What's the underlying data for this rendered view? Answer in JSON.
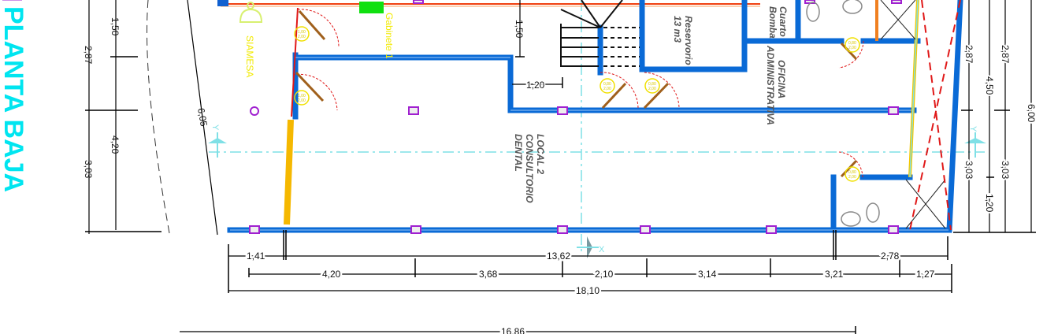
{
  "title": "PLANTA BAJA",
  "rooms": {
    "local": [
      "LOCAL 2",
      "CONSULTORIO",
      "DENTAL"
    ],
    "reservoir": [
      "Reservorio",
      "13 m3"
    ],
    "pump_room": [
      "Cuarto",
      "Bomba"
    ],
    "office": [
      "OFICINA",
      "ADMINISTRATIVA"
    ]
  },
  "labels": {
    "siamesa": "SIAMESA",
    "cabinet": "Gabinete 1",
    "axis_y": "Y",
    "axis_x": "X"
  },
  "door_tags": {
    "d100": [
      "1,00",
      "2,00"
    ],
    "d080": [
      "0,80",
      "2,00"
    ]
  },
  "dimensions": {
    "left": {
      "a": "1,50",
      "b": "4,20",
      "c": "2,87",
      "d": "3,03",
      "diag": "6,05"
    },
    "interior": {
      "stair": "1,50",
      "width": "1,20"
    },
    "right": {
      "a1": "2,87",
      "a2": "3,03",
      "b1": "4,50",
      "b2": "1,20",
      "c1": "2,87",
      "c2": "3,03",
      "total": "6,00"
    },
    "bottom_row1": [
      "1,41",
      "13,62",
      "2,78"
    ],
    "bottom_row2": [
      "4,20",
      "3,68",
      "2,10",
      "3,14",
      "3,21",
      "1,27"
    ],
    "bottom_total": "18,10",
    "bottom_lower": "16,86"
  },
  "colors": {
    "wall": "#0a6ad6",
    "title": "#00e5f0",
    "door_arc": "#e01818",
    "box": "#a020d0",
    "text_yellow": "#f2ea00"
  }
}
